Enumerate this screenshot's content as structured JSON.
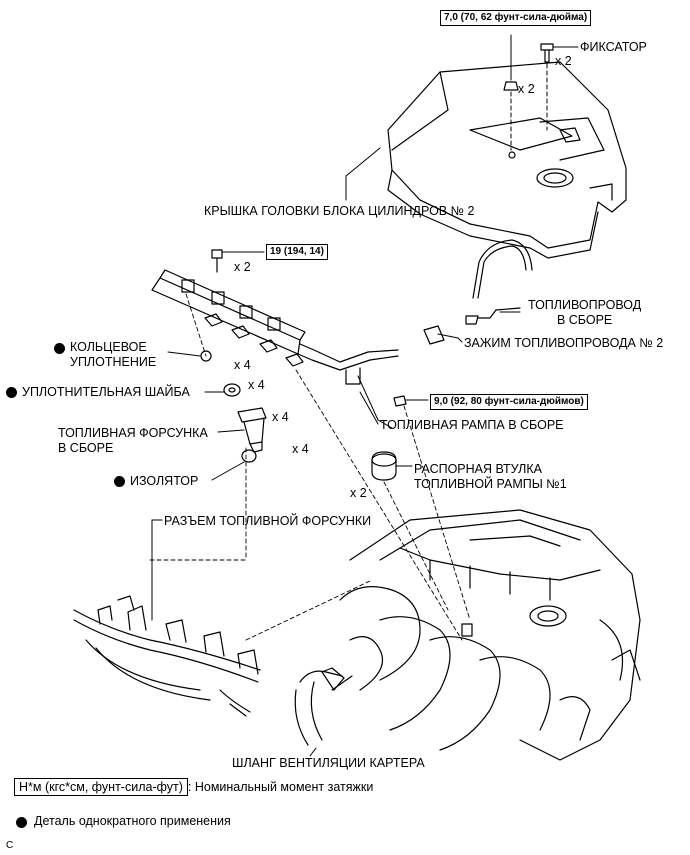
{
  "labels": {
    "retainer": "ФИКСАТОР",
    "cover": "КРЫШКА ГОЛОВКИ БЛОКА ЦИЛИНДРОВ № 2",
    "fuel_pipe_line1": "ТОПЛИВОПРОВОД",
    "fuel_pipe_line2": "В СБОРЕ",
    "pipe_clamp": "ЗАЖИМ ТОПЛИВОПРОВОДА № 2",
    "o_ring_line1": "КОЛЬЦЕВОЕ",
    "o_ring_line2": "УПЛОТНЕНИЕ",
    "seal_washer": "УПЛОТНИТЕЛЬНАЯ ШАЙБА",
    "injector_line1": "ТОПЛИВНАЯ ФОРСУНКА",
    "injector_line2": "В СБОРЕ",
    "insulator": "ИЗОЛЯТОР",
    "delivery_pipe": "ТОПЛИВНАЯ РАМПА В СБОРЕ",
    "spacer_line1": "РАСПОРНАЯ ВТУЛКА",
    "spacer_line2": "ТОПЛИВНОЙ РАМПЫ №1",
    "injector_connector": "РАЗЪЕМ ТОПЛИВНОЙ ФОРСУНКИ",
    "ventilation_hose": "ШЛАНГ ВЕНТИЛЯЦИИ КАРТЕРА"
  },
  "torques": {
    "cover_nut": "7,0 (70, 62 фунт-сила-дюйма)",
    "pipe_bolt": "19 (194, 14)",
    "clamp_bolt": "9,0 (92, 80 фунт-сила-дюймов)"
  },
  "quantities": {
    "retainer": "x 2",
    "cover_nut": "x 2",
    "pipe_bolt": "x 2",
    "o_ring": "x 4",
    "seal_washer": "x 4",
    "injector": "x 4",
    "insulator": "x 4",
    "spacer": "x 2"
  },
  "legend": {
    "torque_unit": "Н*м (кгс*см, фунт-сила-фут)",
    "torque_desc": ": Номинальный момент затяжки",
    "non_reusable": "Деталь однократного применения"
  },
  "corner_mark": "C"
}
